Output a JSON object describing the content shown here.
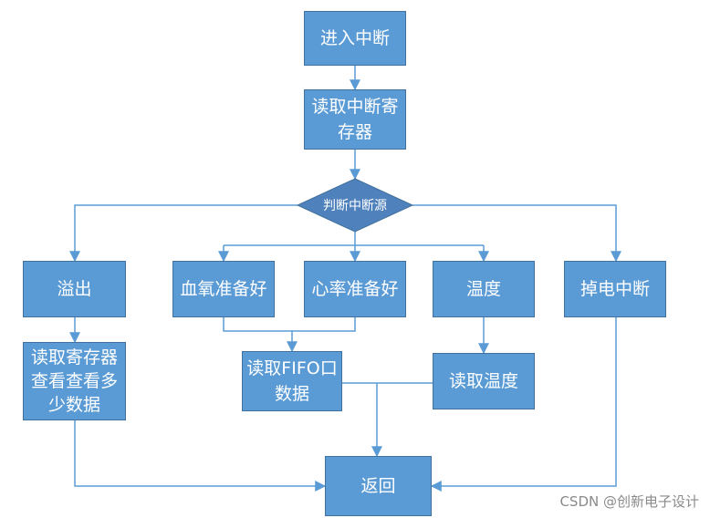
{
  "nodes": {
    "enter_interrupt": "进入中断",
    "read_interrupt_register": "读取中断寄\n存器",
    "judge_interrupt_source": "判断中断源",
    "overflow": "溢出",
    "spo2_ready": "血氧准备好",
    "heart_rate_ready": "心率准备好",
    "temperature": "温度",
    "power_down_interrupt": "掉电中断",
    "read_register_count": "读取寄存器\n查看查看多\n少数据",
    "read_fifo_data": "读取FIFO口\n数据",
    "read_temperature": "读取温度",
    "return": "返回"
  },
  "colors": {
    "box_fill": "#5b9bd5",
    "box_border": "#41719c",
    "diamond_fill": "#4f81bd",
    "connector": "#5b9bd5",
    "text": "#ffffff"
  },
  "watermark": "CSDN @创新电子设计"
}
